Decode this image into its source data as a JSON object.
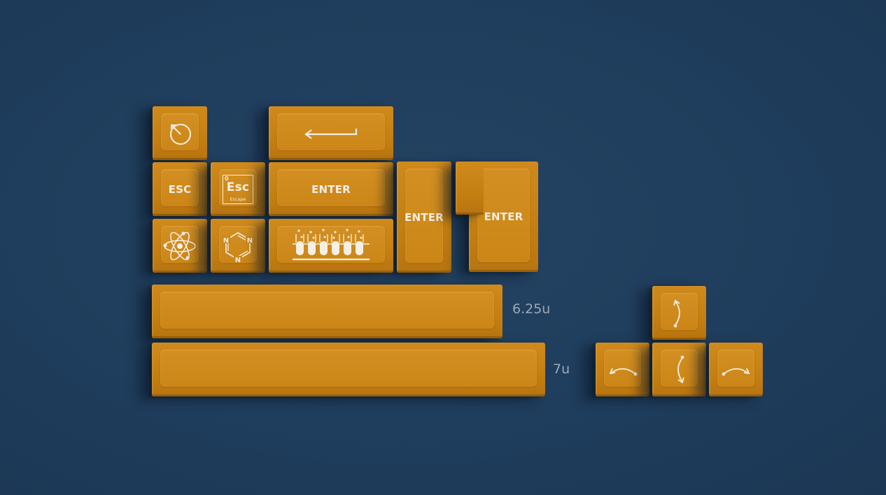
{
  "keys": {
    "esc_text": "ESC",
    "esc_periodic_number": "0",
    "esc_periodic_symbol": "Esc",
    "esc_periodic_name": "Escape",
    "enter_wide": "ENTER",
    "enter_vertical": "ENTER",
    "enter_iso": "ENTER"
  },
  "icons": {
    "power": "power-dial-icon",
    "return_arrow": "return-arrow-icon",
    "atom": "atom-icon",
    "molecule": "triazine-molecule-icon",
    "test_tubes": "test-tubes-rack-icon",
    "arrow_up": "curved-up-arrow-icon",
    "arrow_down": "curved-down-arrow-icon",
    "arrow_left": "curved-left-arrow-icon",
    "arrow_right": "curved-right-arrow-icon"
  },
  "molecule_atoms": [
    "N",
    "N",
    "N"
  ],
  "spacebars": {
    "short_label": "6.25u",
    "long_label": "7u"
  },
  "colors": {
    "background": "#1f3d5c",
    "keycap": "#c98416",
    "legend": "#f6efe4"
  }
}
